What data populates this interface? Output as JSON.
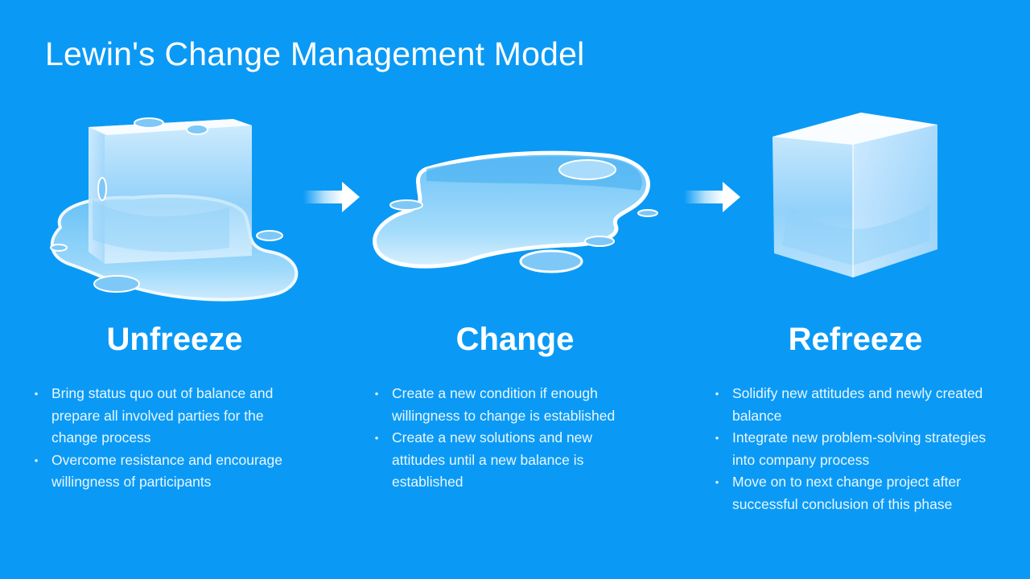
{
  "title": "Lewin's Change Management Model",
  "stages": [
    {
      "name": "Unfreeze",
      "illustration": "melting-ice-cube",
      "bullets": [
        "Bring status quo out of balance and prepare all involved parties for the change process",
        "Overcome resistance and encourage willingness of participants"
      ]
    },
    {
      "name": "Change",
      "illustration": "water-puddle",
      "bullets": [
        "Create a new condition if enough willingness to change is established",
        "Create a new solutions and new attitudes until a new balance is established"
      ]
    },
    {
      "name": "Refreeze",
      "illustration": "ice-cube",
      "bullets": [
        "Solidify new attitudes and newly created balance",
        "Integrate new problem-solving strategies into company process",
        "Move on to next change project after successful conclusion of this phase"
      ]
    }
  ],
  "colors": {
    "background": "#0a9af5",
    "text": "#ffffff",
    "ice": "#dff2ff"
  }
}
